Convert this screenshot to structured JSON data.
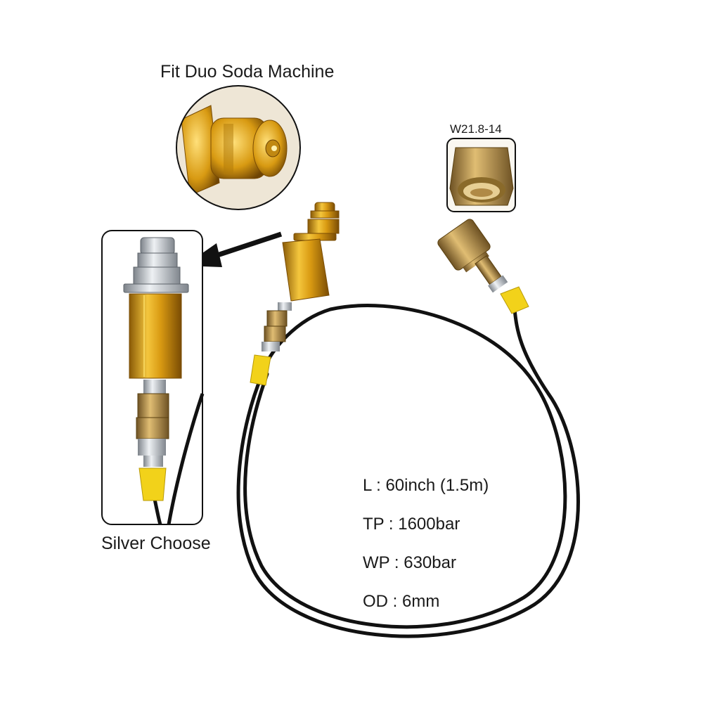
{
  "callouts": {
    "machine_fit": "Fit Duo Soda Machine",
    "thread": "W21.8-14",
    "silver_option": "Silver Choose"
  },
  "specs": [
    "L : 60inch (1.5m)",
    "TP : 1600bar",
    "WP : 630bar",
    "OD : 6mm"
  ],
  "colors": {
    "gold": "#d9a21b",
    "brass": "#c99a3c",
    "hose": "#111111",
    "sleeve": "#f2d21a",
    "silver": "#c8cdd2"
  }
}
